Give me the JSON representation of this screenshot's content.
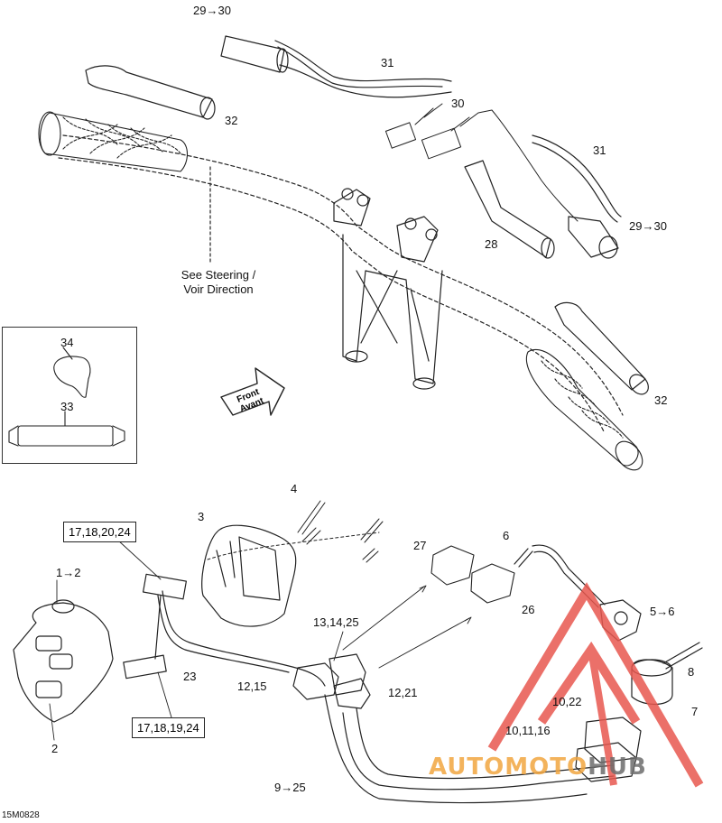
{
  "callouts": {
    "c29_30_top": "29→30",
    "c31_top": "31",
    "c30": "30",
    "c32_top": "32",
    "c31_right": "31",
    "c29_30_right": "29→30",
    "c28": "28",
    "c32_right": "32",
    "c34": "34",
    "c33": "33",
    "c4": "4",
    "c3": "3",
    "c1_2": "1→2",
    "c2": "2",
    "c23": "23",
    "c27": "27",
    "c6": "6",
    "c26": "26",
    "c5_6": "5→6",
    "c8": "8",
    "c7": "7",
    "c13_14_25": "13,14,25",
    "c12_15": "12,15",
    "c12_21": "12,21",
    "c10_22": "10,22",
    "c10_11_16": "10,11,16",
    "c9_25": "9→25"
  },
  "boxes": {
    "top_box": "17,18,20,24",
    "bottom_box": "17,18,19,24"
  },
  "notes": {
    "steering_line1": "See Steering /",
    "steering_line2": "Voir Direction"
  },
  "arrow_text": {
    "line1": "Front",
    "line2": "Avant"
  },
  "reference_code": "15M0828",
  "watermark": {
    "part1": "AUTOMOTO",
    "part2": "HUB"
  },
  "colors": {
    "line": "#222222",
    "watermark_red": "#e8584f",
    "watermark_orange": "#f2a640",
    "watermark_gray": "#6d6d6d"
  }
}
